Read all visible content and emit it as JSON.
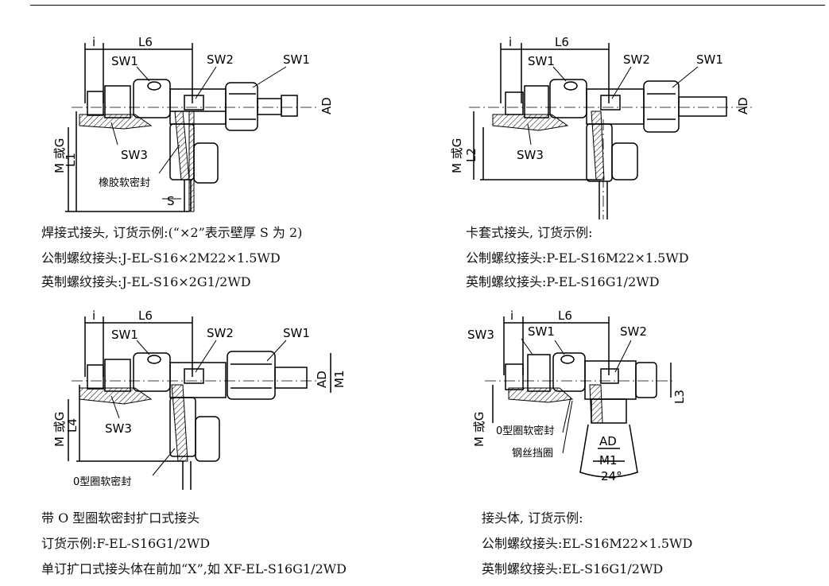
{
  "figures": [
    {
      "dims": {
        "i": "i",
        "l6": "L6",
        "sw1_left": "SW1",
        "sw2": "SW2",
        "sw1_right": "SW1",
        "sw3": "SW3",
        "ad": "AD",
        "m_or_g": "M 或G",
        "l_side": "L1",
        "s": "S"
      },
      "callout": "橡胶软密封",
      "captions": [
        "焊接式接头, 订货示例:(“×2”表示壁厚 S 为 2)",
        "公制螺纹接头:J-EL-S16×2M22×1.5WD",
        "英制螺纹接头:J-EL-S16×2G1/2WD"
      ]
    },
    {
      "dims": {
        "i": "i",
        "l6": "L6",
        "sw1_left": "SW1",
        "sw2": "SW2",
        "sw1_right": "SW1",
        "sw3": "SW3",
        "ad": "AD",
        "m_or_g": "M 或G",
        "l_side": "L2"
      },
      "captions": [
        "卡套式接头, 订货示例:",
        "公制螺纹接头:P-EL-S16M22×1.5WD",
        "英制螺纹接头:P-EL-S16G1/2WD"
      ]
    },
    {
      "dims": {
        "i": "i",
        "l6": "L6",
        "sw1_left": "SW1",
        "sw2": "SW2",
        "sw1_right": "SW1",
        "sw3": "SW3",
        "ad": "AD",
        "m1": "M1",
        "m_or_g": "M 或G",
        "l_side": "L4"
      },
      "callout": "0型圈软密封",
      "captions": [
        "带 O 型圈软密封扩口式接头",
        "订货示例:F-EL-S16G1/2WD",
        "单订扩口式接头体在前加“X”,如 XF-EL-S16G1/2WD"
      ]
    },
    {
      "dims": {
        "i": "i",
        "l6": "L6",
        "sw3": "SW3",
        "sw1": "SW1",
        "sw2": "SW2",
        "l3": "L3",
        "m_or_g": "M 或G",
        "ad": "AD",
        "m1": "M1",
        "angle": "24°"
      },
      "callouts": [
        "0型圈软密封",
        "钢丝挡圈"
      ],
      "captions": [
        "接头体, 订货示例:",
        "公制螺纹接头:EL-S16M22×1.5WD",
        "英制螺纹接头:EL-S16G1/2WD"
      ]
    }
  ]
}
